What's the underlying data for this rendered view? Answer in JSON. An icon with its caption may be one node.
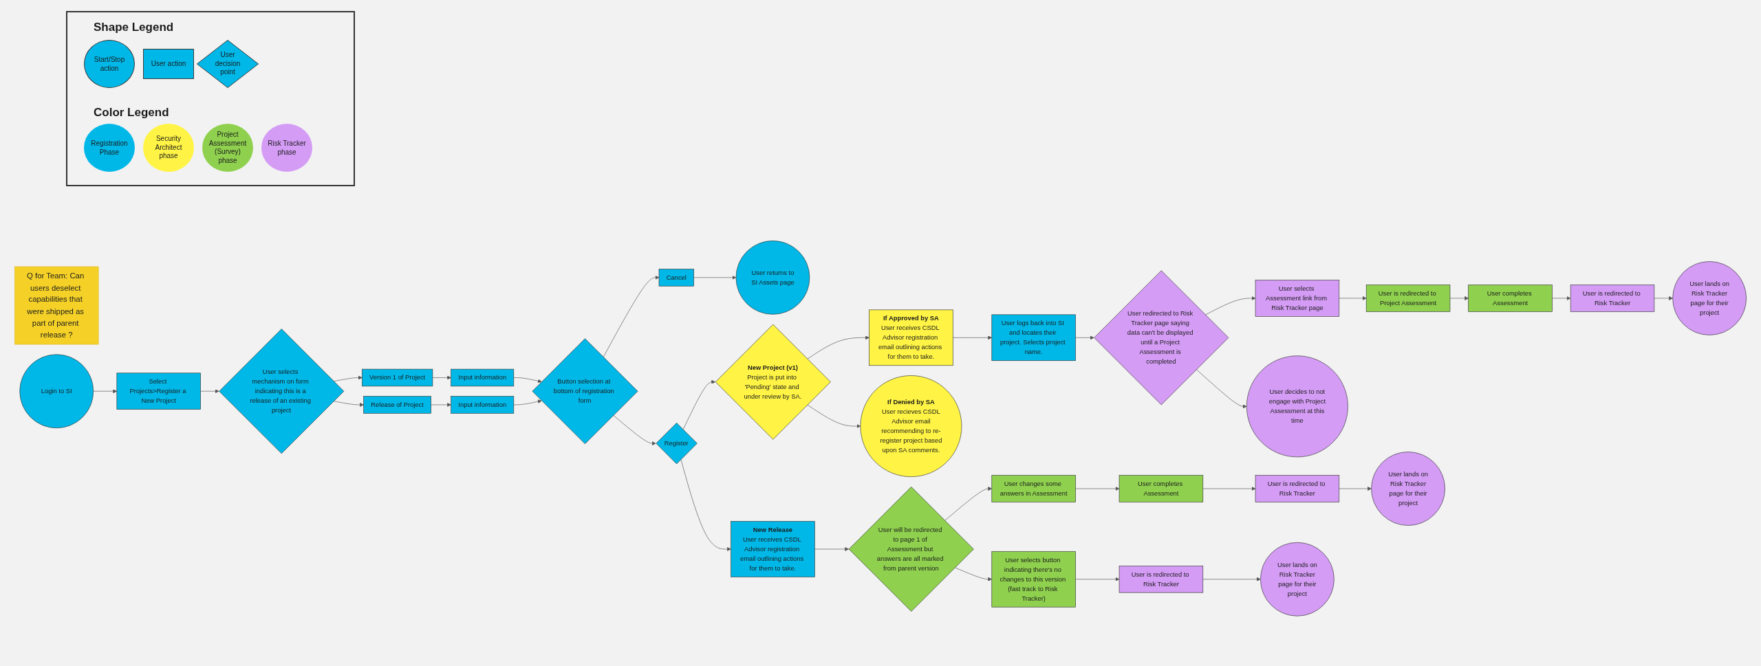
{
  "diagram": {
    "nodes": [
      {
        "text": [
          "Q for Team: Can users deselect capabilities that were shipped as part of parent release ?"
        ]
      },
      {
        "text": [
          "Login to SI"
        ]
      },
      {
        "text": [
          "Select Projects>Register a New Project"
        ]
      },
      {
        "text": [
          "User selects mechanism on form indicating this is a release of an existing project"
        ]
      },
      {
        "text": [
          "Version 1 of Project"
        ]
      },
      {
        "text": [
          "Release of Project"
        ]
      },
      {
        "text": [
          "Input information"
        ]
      },
      {
        "text": [
          "Input information"
        ]
      },
      {
        "text": [
          "Button selection at bottom of registration form"
        ]
      },
      {
        "text": [
          "Register"
        ]
      },
      {
        "text": [
          "Cancel"
        ]
      },
      {
        "text": [
          "User returns to SI Assets page"
        ]
      },
      {
        "text": [
          "New Project (v1)",
          "Project is put into 'Pending' state and under review by SA."
        ]
      },
      {
        "text": [
          "If Approved by SA",
          "User receives CSDL Advisor registration email outlining actions for them to take."
        ]
      },
      {
        "text": [
          "If Denied by SA",
          "User recieves CSDL Advisor email recommending to re-register project based upon SA comments."
        ]
      },
      {
        "text": [
          "User logs back into SI and locates their project. Selects project name."
        ]
      },
      {
        "text": [
          "User redirected to Risk Tracker page saying data can't be displayed until a Project Assessment is completed"
        ]
      },
      {
        "text": [
          "User selects Assessment link from Risk Tracker page"
        ]
      },
      {
        "text": [
          "User is redirected to Project Assessment"
        ]
      },
      {
        "text": [
          "User completes Assessment"
        ]
      },
      {
        "text": [
          "User is redirected to Risk Tracker"
        ]
      },
      {
        "text": [
          "User lands on Risk Tracker page for their project"
        ]
      },
      {
        "text": [
          "User decides to not engage with Project Assessment at this time"
        ]
      },
      {
        "text": [
          "New Release",
          "User receives CSDL Advisor registration email outlining actions for them to take."
        ]
      },
      {
        "text": [
          "User will be redirected to page 1 of Assessment but answers are all marked from parent version"
        ]
      },
      {
        "text": [
          "User changes some answers in Assessment"
        ]
      },
      {
        "text": [
          "User completes Assessment"
        ]
      },
      {
        "text": [
          "User is redirected to Risk Tracker"
        ]
      },
      {
        "text": [
          "User lands on Risk Tracker page for their project"
        ]
      },
      {
        "text": [
          "User selects button indicating there's no changes to this version (fast track to Risk Tracker)"
        ]
      },
      {
        "text": [
          "User is redirected to Risk Tracker"
        ]
      },
      {
        "text": [
          "User lands on Risk Tracker page for their project"
        ]
      }
    ],
    "edges": [
      {
        "from": 1,
        "to": 2,
        "arrow": "to"
      },
      {
        "from": 2,
        "to": 3,
        "arrow": "to"
      },
      {
        "from": 3,
        "to": 4,
        "arrow": "to"
      },
      {
        "from": 3,
        "to": 5,
        "arrow": "to"
      },
      {
        "from": 4,
        "to": 6,
        "arrow": "to"
      },
      {
        "from": 5,
        "to": 7,
        "arrow": "to"
      },
      {
        "from": 6,
        "to": 8,
        "arrow": "to"
      },
      {
        "from": 7,
        "to": 8,
        "arrow": "to"
      },
      {
        "from": 8,
        "to": 9,
        "arrow": "to"
      },
      {
        "from": 8,
        "to": 10,
        "arrow": "to"
      },
      {
        "from": 10,
        "to": 11,
        "arrow": "to"
      },
      {
        "from": 9,
        "to": 12,
        "arrow": "to"
      },
      {
        "from": 9,
        "to": 23,
        "arrow": "to"
      },
      {
        "from": 12,
        "to": 13,
        "arrow": "to"
      },
      {
        "from": 12,
        "to": 14,
        "arrow": "to"
      },
      {
        "from": 13,
        "to": 15,
        "arrow": "to"
      },
      {
        "from": 15,
        "to": 16,
        "arrow": "to"
      },
      {
        "from": 16,
        "to": 17,
        "arrow": "to"
      },
      {
        "from": 16,
        "to": 22,
        "arrow": "to"
      },
      {
        "from": 17,
        "to": 18,
        "arrow": "to"
      },
      {
        "from": 18,
        "to": 19,
        "arrow": "to"
      },
      {
        "from": 19,
        "to": 20,
        "arrow": "to"
      },
      {
        "from": 20,
        "to": 21,
        "arrow": "to"
      },
      {
        "from": 23,
        "to": 24,
        "arrow": "to"
      },
      {
        "from": 24,
        "to": 25,
        "arrow": "to"
      },
      {
        "from": 24,
        "to": 29,
        "arrow": "to"
      },
      {
        "from": 25,
        "to": 26,
        "arrow": "to"
      },
      {
        "from": 26,
        "to": 27,
        "arrow": "to"
      },
      {
        "from": 27,
        "to": 28,
        "arrow": "to"
      },
      {
        "from": 29,
        "to": 30,
        "arrow": "to"
      },
      {
        "from": 30,
        "to": 31,
        "arrow": "to"
      }
    ],
    "labels": [
      "Shape Legend",
      "Color Legend"
    ],
    "legend": [
      {
        "text": "Start/Stop action"
      },
      {
        "text": "User action"
      },
      {
        "text": "User decision point"
      },
      {
        "text": "Registration Phase",
        "color": "#00b8e8"
      },
      {
        "text": "Security Architect phase",
        "color": "#fff445"
      },
      {
        "text": "Project Assessment (Survey) phase",
        "color": "#8fd14f"
      },
      {
        "text": "Risk Tracker phase",
        "color": "#d49cf5"
      }
    ]
  }
}
